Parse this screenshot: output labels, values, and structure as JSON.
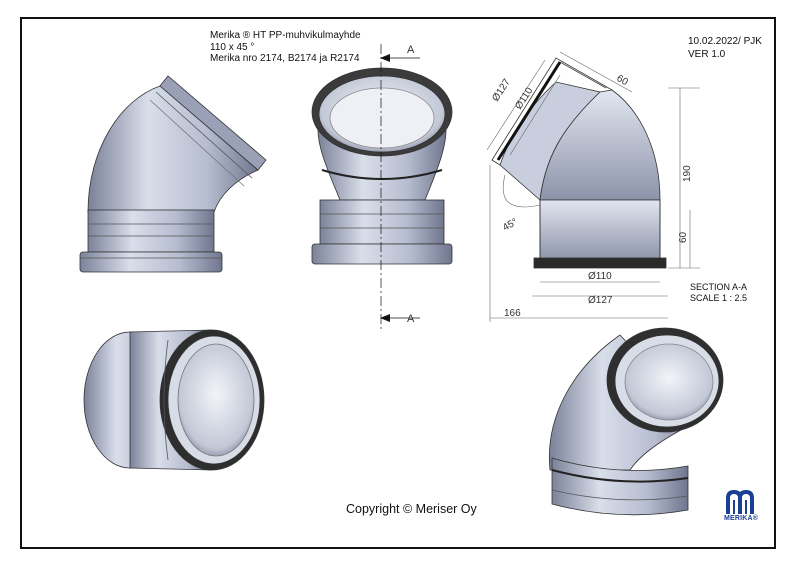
{
  "title": {
    "line1": "Merika ® HT PP-muhvikulmayhde",
    "line2": "110 x 45  °",
    "line3": "Merika nro  2174, B2174 ja R2174"
  },
  "meta": {
    "date": "10.02.2022/ PJK",
    "version": "VER 1.0"
  },
  "section": {
    "marker": "A",
    "title": "SECTION A-A",
    "scale": "SCALE 1 : 2.5"
  },
  "dimensions": {
    "d127_top": "Ø127",
    "d110_top": "Ø110",
    "len60_top": "60",
    "height190": "190",
    "height60": "60",
    "angle": "45°",
    "d110_bottom": "Ø110",
    "d127_bottom": "Ø127",
    "width166": "166"
  },
  "copyright": "Copyright © Meriser Oy",
  "logo": {
    "word": "MERIKA®",
    "brand_color": "#1b3f94"
  },
  "colors": {
    "pipe_light": "#d6dbe8",
    "pipe_mid": "#a9b0c6",
    "pipe_dark": "#6d748c",
    "seal": "#2a2a2a"
  }
}
